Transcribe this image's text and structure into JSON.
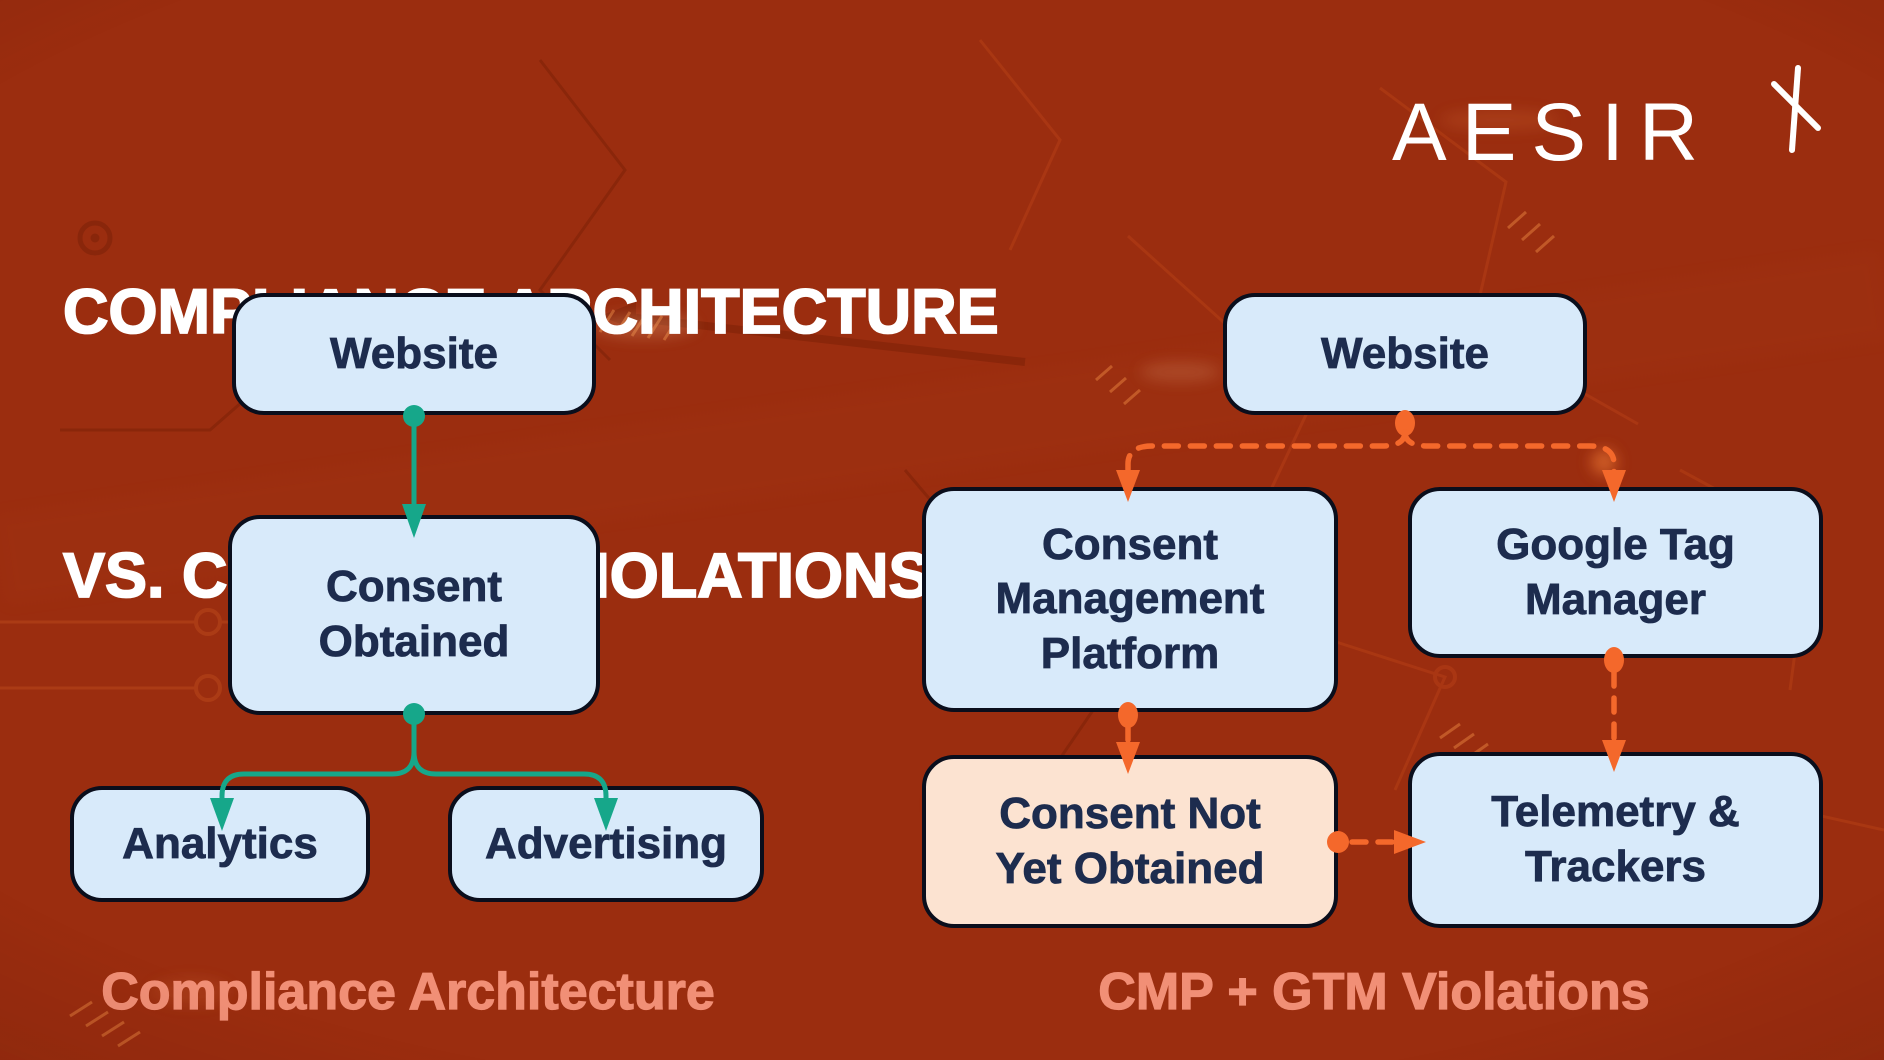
{
  "header": {
    "title_line1": "COMPLIANCE ARCHITECTURE",
    "title_line2": "VS. CMP + GTM VIOLATIONS"
  },
  "logo": {
    "wordmark": "AESIR",
    "mark_icon": "aesirx-x-mark"
  },
  "left_flow": {
    "caption": "Compliance Architecture",
    "nodes": {
      "website": "Website",
      "consent_obtained": "Consent\nObtained",
      "analytics": "Analytics",
      "advertising": "Advertising"
    }
  },
  "right_flow": {
    "caption": "CMP + GTM Violations",
    "nodes": {
      "website": "Website",
      "cmp": "Consent\nManagement\nPlatform",
      "gtm": "Google Tag\nManager",
      "consent_not_yet": "Consent Not\nYet Obtained",
      "telemetry": "Telemetry &\nTrackers"
    }
  },
  "colors": {
    "background": "#9b2d0f",
    "node_fill": "#d8eafa",
    "node_warning_fill": "#fce3d1",
    "node_border": "#0a0e1c",
    "node_text": "#1d2c4e",
    "compliant_connector": "#16a78a",
    "violation_connector": "#f4682b",
    "caption_color": "#f18f76",
    "title_color": "#ffffff"
  }
}
